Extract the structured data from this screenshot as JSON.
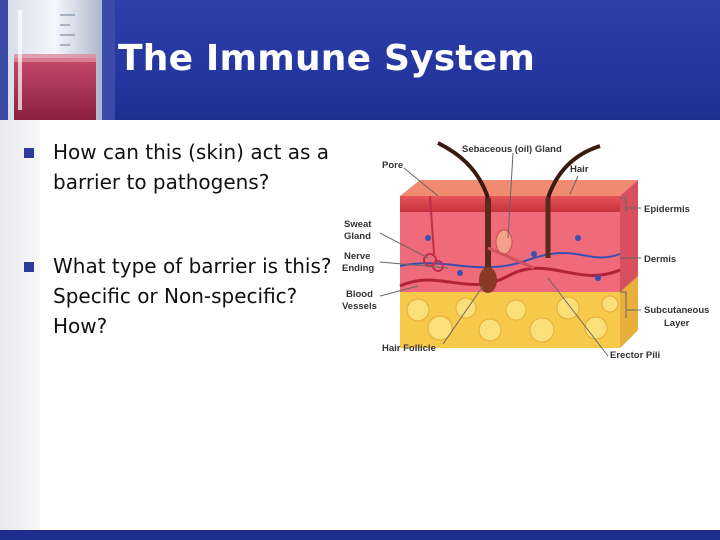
{
  "slide": {
    "title": "The Immune System",
    "bullets": [
      "How can this (skin) act as a barrier to pathogens?",
      "What type of barrier is this? Specific or Non-specific? How?"
    ]
  },
  "diagram": {
    "labels": {
      "sebaceous": "Sebaceous (oil) Gland",
      "pore": "Pore",
      "hair": "Hair",
      "sweat1": "Sweat",
      "sweat2": "Gland",
      "nerve1": "Nerve",
      "nerve2": "Ending",
      "blood1": "Blood",
      "blood2": "Vessels",
      "follicle": "Hair Follicle",
      "epidermis": "Epidermis",
      "dermis": "Dermis",
      "subcut1": "Subcutaneous",
      "subcut2": "Layer",
      "erector": "Erector Pili"
    }
  },
  "colors": {
    "header": "#2536a0",
    "bullet": "#2c3c9c",
    "title": "#ffffff"
  }
}
